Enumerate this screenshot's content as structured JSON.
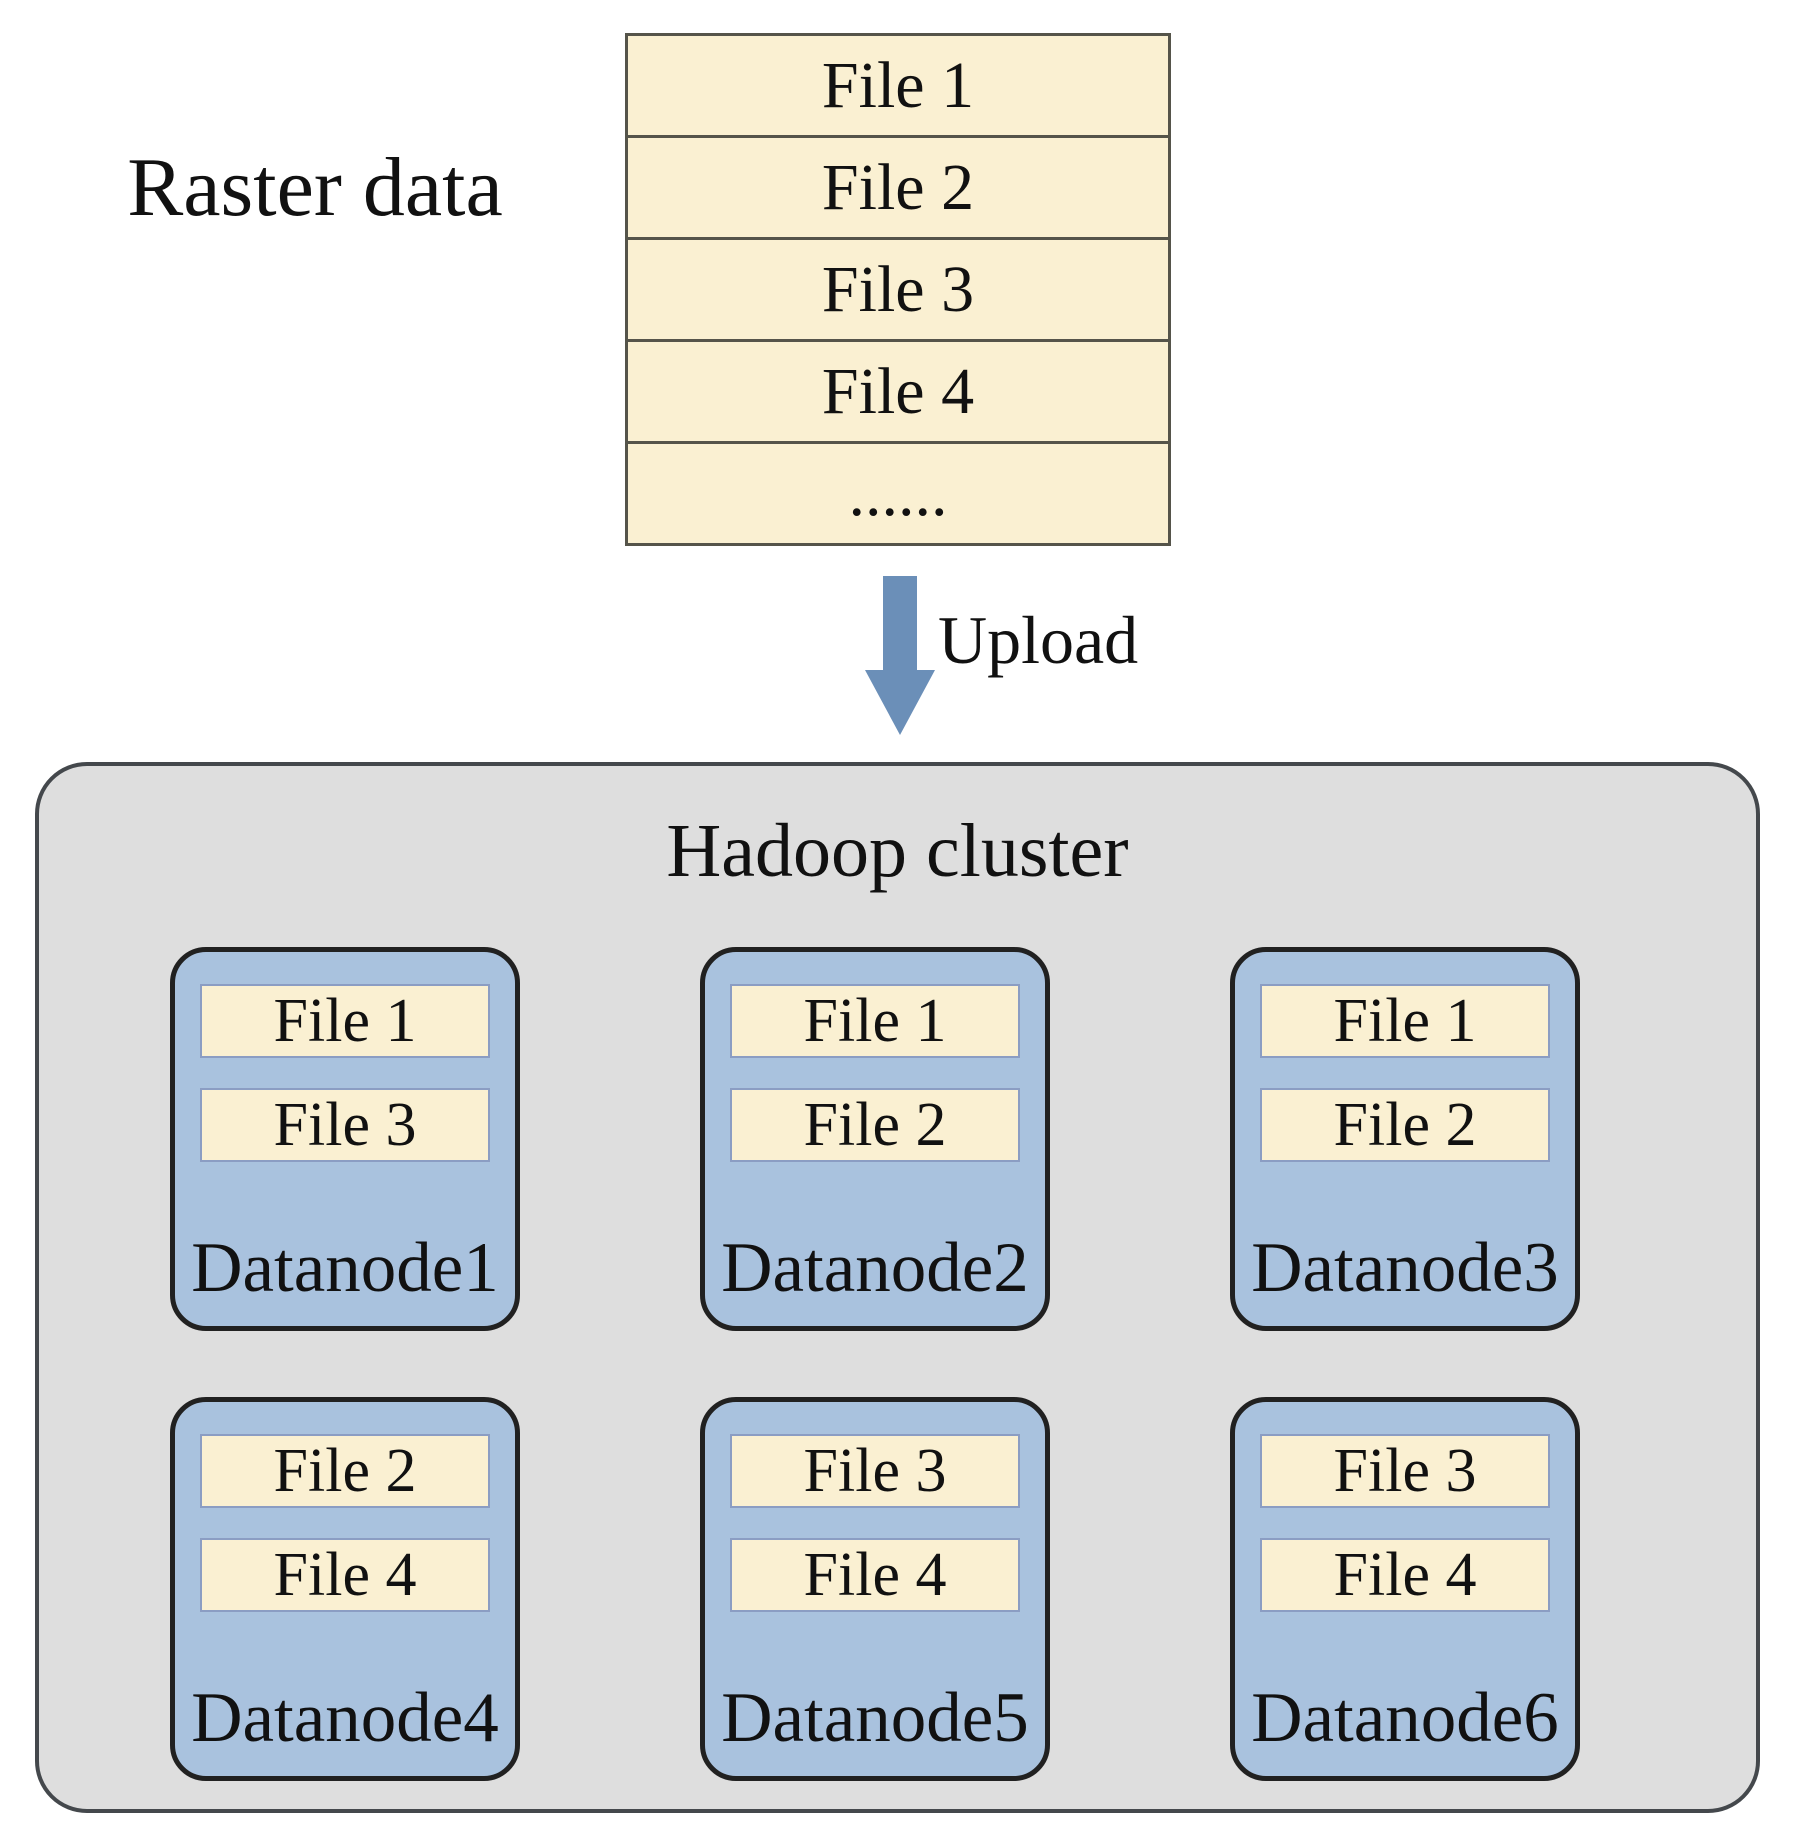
{
  "raster": {
    "label": "Raster data",
    "files": [
      "File 1",
      "File 2",
      "File 3",
      "File 4",
      "......"
    ]
  },
  "upload": {
    "label": "Upload"
  },
  "cluster": {
    "title": "Hadoop cluster",
    "datanodes": [
      {
        "label": "Datanode1",
        "files": [
          "File 1",
          "File 3"
        ]
      },
      {
        "label": "Datanode2",
        "files": [
          "File 1",
          "File 2"
        ]
      },
      {
        "label": "Datanode3",
        "files": [
          "File 1",
          "File 2"
        ]
      },
      {
        "label": "Datanode4",
        "files": [
          "File 2",
          "File 4"
        ]
      },
      {
        "label": "Datanode5",
        "files": [
          "File 3",
          "File 4"
        ]
      },
      {
        "label": "Datanode6",
        "files": [
          "File 3",
          "File 4"
        ]
      }
    ]
  },
  "colors": {
    "page-bg": "#ffffff",
    "ink": "#111111",
    "cream": "#faf0d2",
    "line": "#55544a",
    "arrow": "#6b8fb8",
    "cluster-bg": "#dedede",
    "cluster-border": "#44484c",
    "node-bg": "#a9c2de",
    "node-border": "#212121",
    "file-border": "#8b9dc3"
  }
}
